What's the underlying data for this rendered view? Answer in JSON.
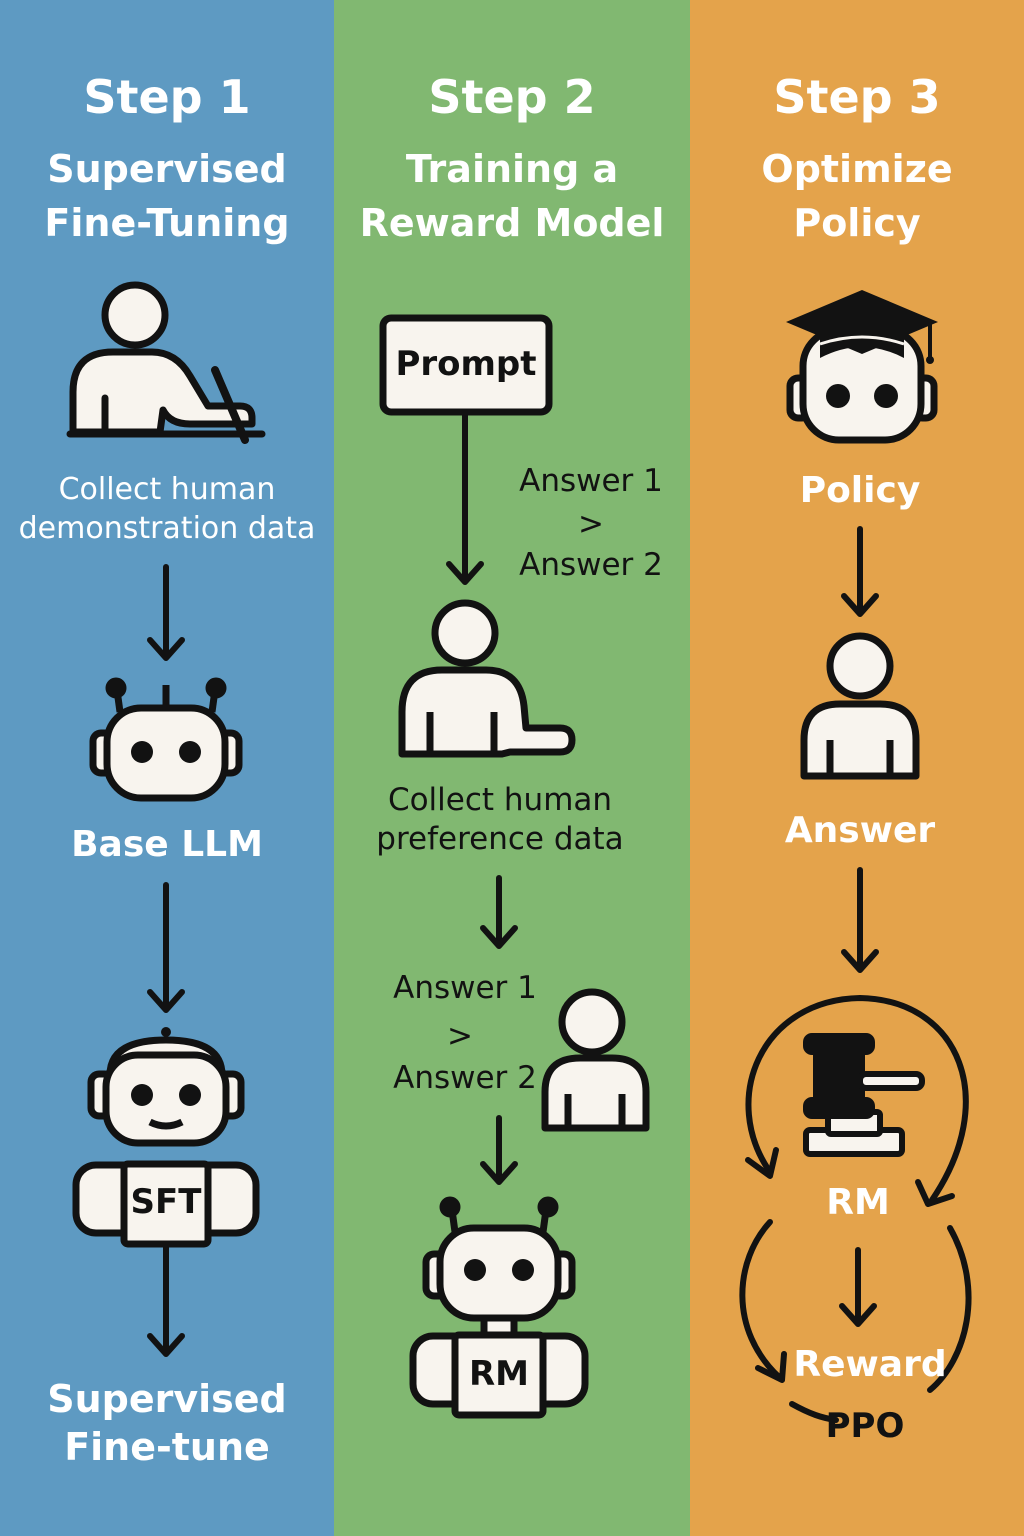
{
  "colors": {
    "step1_bg": "#5e9ac2",
    "step2_bg": "#81b871",
    "step3_bg": "#e4a34b",
    "ink": "#121212",
    "icon_fill": "#f8f4ee"
  },
  "step1": {
    "step": "Step 1",
    "title_line1": "Supervised",
    "title_line2": "Fine-Tuning",
    "caption_line1": "Collect human",
    "caption_line2": "demonstration data",
    "base_label": "Base LLM",
    "sft_badge": "SFT",
    "result_line1": "Supervised",
    "result_line2": "Fine-tune"
  },
  "step2": {
    "step": "Step 2",
    "title_line1": "Training a",
    "title_line2": "Reward Model",
    "prompt_box": "Prompt",
    "answer_a": "Answer 1",
    "gt": ">",
    "answer_b": "Answer 2",
    "caption_line1": "Collect human",
    "caption_line2": "preference data",
    "rank_a": "Answer 1",
    "rank_gt": ">",
    "rank_b": "Answer 2",
    "rm_badge": "RM"
  },
  "step3": {
    "step": "Step 3",
    "title_line1": "Optimize",
    "title_line2": "Policy",
    "policy_label": "Policy",
    "answer_label": "Answer",
    "rm_label": "RM",
    "reward_label": "Reward",
    "ppo_label": "PPO"
  },
  "icons": {
    "writer": "person-writing-icon",
    "base_robot": "robot-icon",
    "sft_robot": "robot-sft-icon",
    "rater": "person-pointing-icon",
    "rater2": "person-icon",
    "rm_robot": "robot-rm-icon",
    "policy_robot": "graduation-cap-robot-icon",
    "user": "person-icon",
    "judge": "gavel-icon"
  }
}
